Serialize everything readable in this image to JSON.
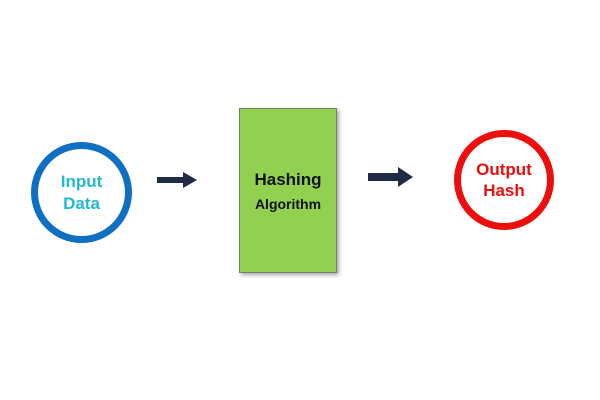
{
  "diagram": {
    "input": {
      "line1": "Input",
      "line2": "Data"
    },
    "process": {
      "line1": "Hashing",
      "line2": "Algorithm"
    },
    "output": {
      "line1": "Output",
      "line2": "Hash"
    }
  },
  "colors": {
    "input_ring": "#0f6fc3",
    "input_text": "#20b9d6",
    "process_fill": "#92d050",
    "output_ring": "#ee0d0d",
    "arrow": "#1f2a44"
  }
}
